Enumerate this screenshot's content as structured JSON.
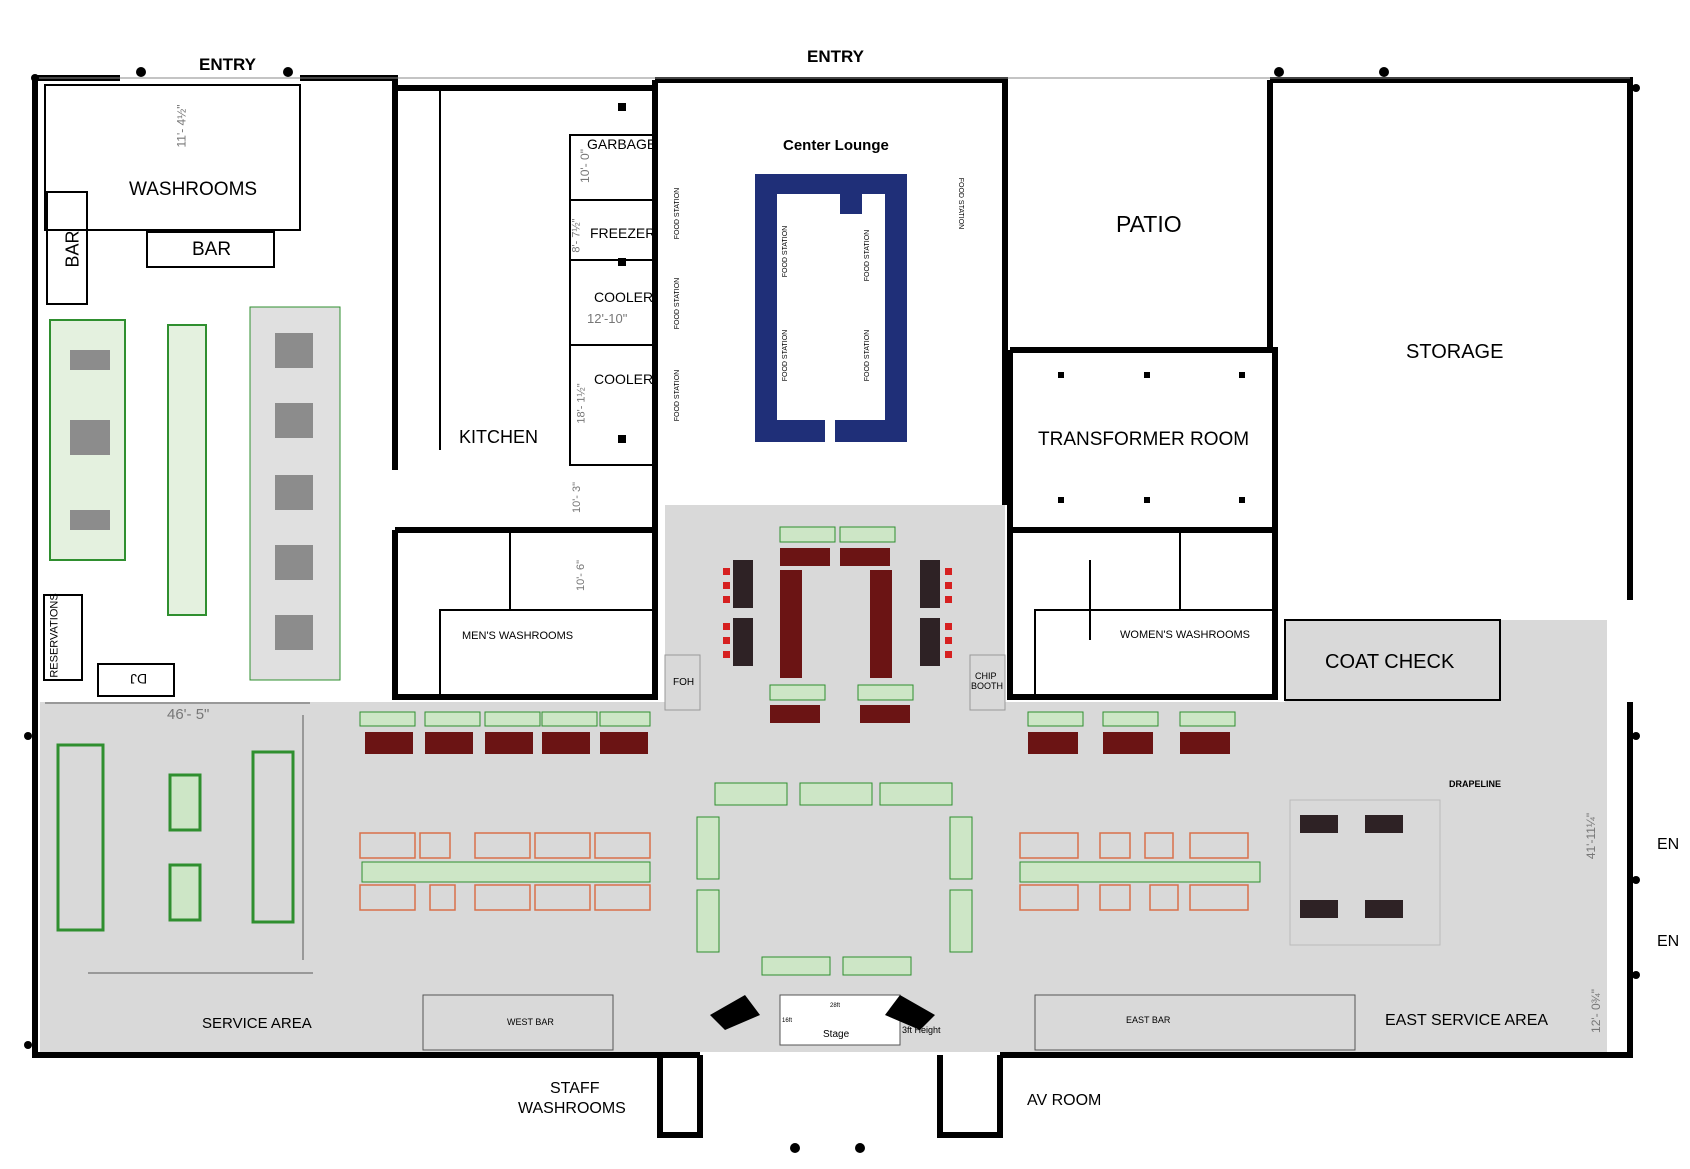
{
  "colors": {
    "wall": "#000000",
    "floor": "#d9d9d9",
    "blue": "#1f2f78",
    "green": "#2f8f2f",
    "green_fill": "#cde6c6",
    "maroon": "#6b1414",
    "dark": "#2e2225",
    "red_chair": "#d62020",
    "orange": "#d9704a",
    "grey_block": "#8c8c8c"
  },
  "labels": {
    "entry_left": "ENTRY",
    "entry_center": "ENTRY",
    "washrooms": "WASHROOMS",
    "bar_vertical": "BAR",
    "bar": "BAR",
    "reservations": "RESERVATIONS",
    "dj": "DJ",
    "dimension_46": "46'- 5\"",
    "kitchen": "KITCHEN",
    "garbage": "GARBAGE",
    "freezer": "FREEZER",
    "cooler_1": "COOLER",
    "cooler_2": "COOLER",
    "mens_washrooms": "MEN'S WASHROOMS",
    "center_lounge": "Center Lounge",
    "food_station": "FOOD STATION",
    "patio": "PATIO",
    "storage": "STORAGE",
    "transformer_room": "TRANSFORMER ROOM",
    "womens_washrooms": "WOMEN'S WASHROOMS",
    "coat_check": "COAT CHECK",
    "foh": "FOH",
    "chip_booth_1": "CHIP",
    "chip_booth_2": "BOOTH",
    "drapeline": "DRAPELINE",
    "service_area": "SERVICE AREA",
    "west_bar": "WEST BAR",
    "east_bar": "EAST BAR",
    "east_service_area": "EAST SERVICE AREA",
    "stage": "Stage",
    "stage_height": "3ft Height",
    "stage_w": "16ft",
    "stage_d": "28ft",
    "staff_washrooms_1": "STAFF",
    "staff_washrooms_2": "WASHROOMS",
    "av_room": "AV ROOM",
    "en_1": "EN",
    "en_2": "EN",
    "dim_11": "11'- 4½\"",
    "dim_10a": "10'- 0\"",
    "dim_8": "8'- 7½\"",
    "dim_12": "12'-10\"",
    "dim_18": "18'- 1½\"",
    "dim_10b": "10'- 3\"",
    "dim_10c": "10'- 6\"",
    "dim_41": "41'-11¼\"",
    "dim_12b": "12'- 0¾\""
  }
}
